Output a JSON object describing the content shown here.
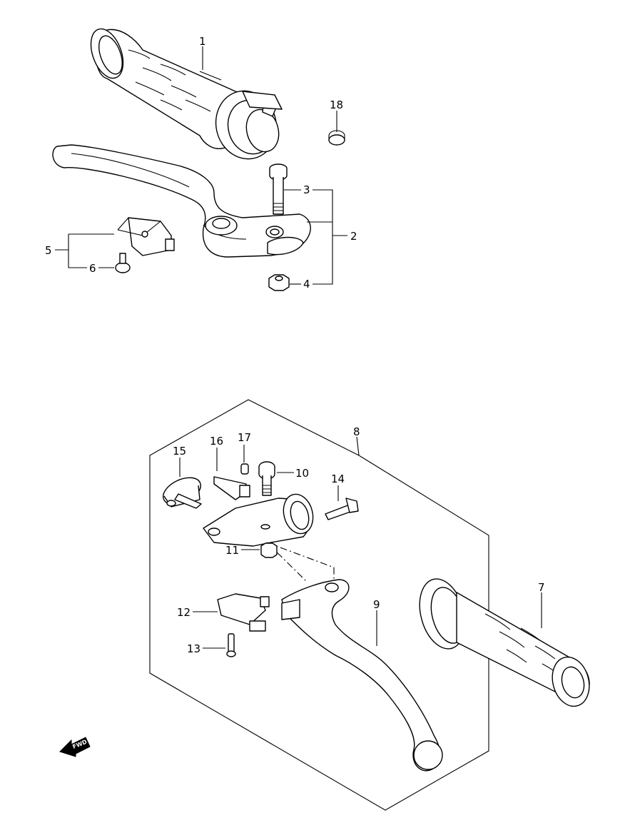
{
  "callouts": {
    "c1": "1",
    "c2": "2",
    "c3": "3",
    "c4": "4",
    "c5": "5",
    "c6": "6",
    "c7": "7",
    "c8": "8",
    "c9": "9",
    "c10": "10",
    "c11": "11",
    "c12": "12",
    "c13": "13",
    "c14": "14",
    "c15": "15",
    "c16": "16",
    "c17": "17",
    "c18": "18"
  },
  "fwd_label": "FWD",
  "icons": {
    "fwd": "fwd-arrow-icon"
  }
}
